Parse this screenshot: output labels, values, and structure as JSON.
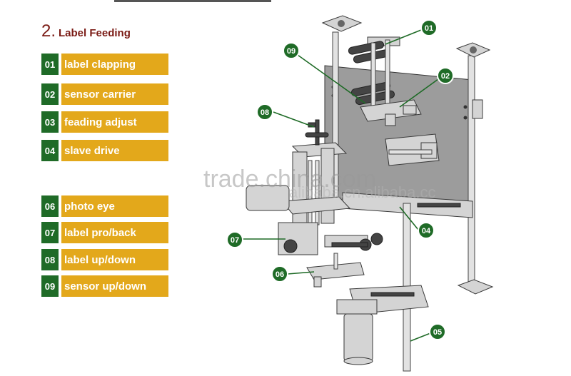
{
  "heading": {
    "number": "2.",
    "title": "Label Feeding"
  },
  "items": [
    {
      "code": "01",
      "label": "label clapping"
    },
    {
      "code": "02",
      "label": "sensor carrier"
    },
    {
      "code": "03",
      "label": "feading adjust"
    },
    {
      "code": "04",
      "label": "slave drive"
    },
    {
      "code": "06",
      "label": "photo eye"
    },
    {
      "code": "07",
      "label": "label pro/back"
    },
    {
      "code": "08",
      "label": "label up/down"
    },
    {
      "code": "09",
      "label": "sensor up/down"
    }
  ],
  "callouts": [
    "01",
    "02",
    "04",
    "05",
    "06",
    "07",
    "08",
    "09"
  ],
  "watermark": {
    "main": "trade.china.com",
    "sub": "alibaba.cn.alibaba.cc"
  },
  "colors": {
    "badge": "#1f6b27",
    "label_bg": "#e3a81b",
    "heading": "#7a1a14"
  }
}
